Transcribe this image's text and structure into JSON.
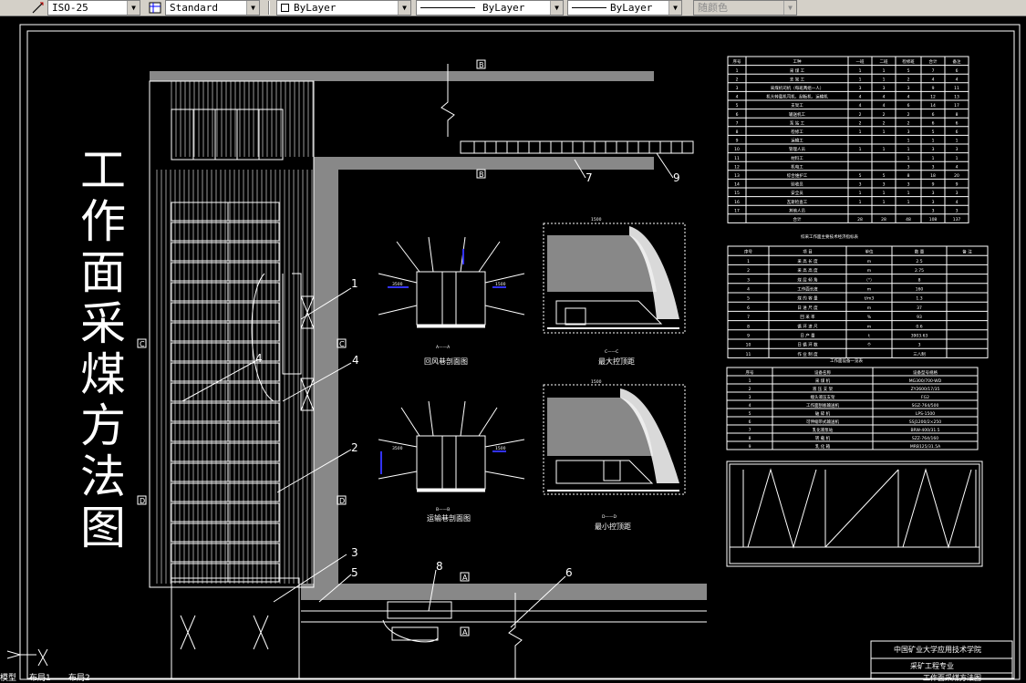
{
  "toolbar": {
    "dimstyle": "ISO-25",
    "tablestyle": "Standard",
    "layer": "ByLayer",
    "linetype": "ByLayer",
    "lineweight": "ByLayer",
    "plotstyle": "随颜色"
  },
  "drawing": {
    "title_chars": [
      "工",
      "作",
      "面",
      "采",
      "煤",
      "方",
      "法",
      "图"
    ],
    "callouts": [
      "1",
      "2",
      "3",
      "4",
      "4",
      "5",
      "6",
      "7",
      "8",
      "9"
    ],
    "section_marks": [
      "B",
      "B",
      "C",
      "C",
      "D",
      "D",
      "A",
      "A"
    ],
    "captions": {
      "return_section": "回风巷剖面图",
      "transport_section": "运输巷剖面图",
      "max_controlled_roof": "最大控顶距",
      "min_controlled_roof": "最小控顶距",
      "cc": "C——C",
      "dd": "D——D",
      "aa": "A——A",
      "bb": "B——B"
    },
    "dims": [
      "3500",
      "1500",
      "1500",
      "3500",
      "1500",
      "1500"
    ],
    "table1": {
      "headers": [
        "序号",
        "工种",
        "一班",
        "二班",
        "检修班",
        "合计",
        "备注"
      ],
      "rows": [
        [
          "1",
          "采 煤 工",
          "1",
          "1",
          "5",
          "7",
          "6"
        ],
        [
          "2",
          "支 架 工",
          "1",
          "1",
          "2",
          "4",
          "4"
        ],
        [
          "3",
          "采煤机司机（每班两组一人）",
          "3",
          "3",
          "3",
          "9",
          "11"
        ],
        [
          "4",
          "机头转载机司机、刮板机、运输机",
          "4",
          "4",
          "4",
          "12",
          "13"
        ],
        [
          "5",
          "支架工",
          "4",
          "4",
          "6",
          "14",
          "17"
        ],
        [
          "6",
          "输送机工",
          "2",
          "2",
          "2",
          "6",
          "8"
        ],
        [
          "7",
          "泵 站 工",
          "2",
          "2",
          "2",
          "6",
          "6"
        ],
        [
          "8",
          "检修工",
          "1",
          "1",
          "3",
          "5",
          "6"
        ],
        [
          "9",
          "运输工",
          "",
          "",
          "1",
          "1",
          "1"
        ],
        [
          "10",
          "管理人员",
          "1",
          "1",
          "1",
          "3",
          "3"
        ],
        [
          "11",
          "材料工",
          "",
          "",
          "1",
          "1",
          "1"
        ],
        [
          "12",
          "机电工",
          "",
          "",
          "3",
          "3",
          "4"
        ],
        [
          "13",
          "综合维护工",
          "5",
          "5",
          "8",
          "18",
          "20"
        ],
        [
          "14",
          "验收员",
          "3",
          "3",
          "3",
          "9",
          "9"
        ],
        [
          "15",
          "安全员",
          "1",
          "1",
          "1",
          "3",
          "3"
        ],
        [
          "16",
          "瓦斯检查工",
          "1",
          "1",
          "1",
          "3",
          "4"
        ],
        [
          "17",
          "其他人员",
          "",
          "",
          "",
          "3",
          "3"
        ],
        [
          "",
          "合计",
          "28",
          "28",
          "48",
          "108",
          "137"
        ]
      ]
    },
    "table2_title": "综采工作面主要技术经济指标表",
    "table2": {
      "headers": [
        "序号",
        "项 目",
        "单位",
        "数 量",
        "备 注"
      ],
      "rows": [
        [
          "1",
          "采 高 长 度",
          "m",
          "2.5",
          ""
        ],
        [
          "2",
          "采 高 高 度",
          "m",
          "2.75",
          ""
        ],
        [
          "3",
          "煤 层 倾 角",
          "（°）",
          "8",
          ""
        ],
        [
          "4",
          "工作面长度",
          "m",
          "160",
          ""
        ],
        [
          "5",
          "煤 的 容 量",
          "t/m3",
          "1.3",
          ""
        ],
        [
          "6",
          "日 进 尺 度",
          "m",
          "37",
          ""
        ],
        [
          "7",
          "回 采 率",
          "%",
          "93",
          ""
        ],
        [
          "8",
          "循 环 进 尺",
          "m",
          "0.6",
          ""
        ],
        [
          "9",
          "日 产 量",
          "t",
          "3903.63",
          ""
        ],
        [
          "10",
          "日 循 环 数",
          "个",
          "3",
          ""
        ],
        [
          "11",
          "作 业 制 度",
          "",
          "三八制",
          ""
        ]
      ]
    },
    "table3_title": "工作面设备一览表",
    "table3": {
      "headers": [
        "序号",
        "设备名称",
        "设备型号规格"
      ],
      "rows": [
        [
          "1",
          "采 煤 机",
          "MG300/700-WD"
        ],
        [
          "2",
          "液 压 支 架",
          "ZY2600/17/35"
        ],
        [
          "3",
          "端头液压支架",
          "FG2"
        ],
        [
          "4",
          "工作面刮板输送机",
          "SGZ-764/500"
        ],
        [
          "5",
          "破 碎 机",
          "LPS-1500"
        ],
        [
          "6",
          "可伸缩带式输送机",
          "SSJ1200/2×250"
        ],
        [
          "7",
          "乳化液泵站",
          "BRW-400/31.5"
        ],
        [
          "8",
          "转 载 机",
          "SZZ-764/160"
        ],
        [
          "9",
          "乳 化 箱",
          "MRB125/31.5A"
        ]
      ]
    },
    "title_block": {
      "school": "中国矿业大学应用技术学院",
      "major": "采矿工程专业",
      "drawing_name": "工作面采煤方法图"
    },
    "model_tabs": [
      "模型",
      "布局1",
      "布局2"
    ]
  }
}
